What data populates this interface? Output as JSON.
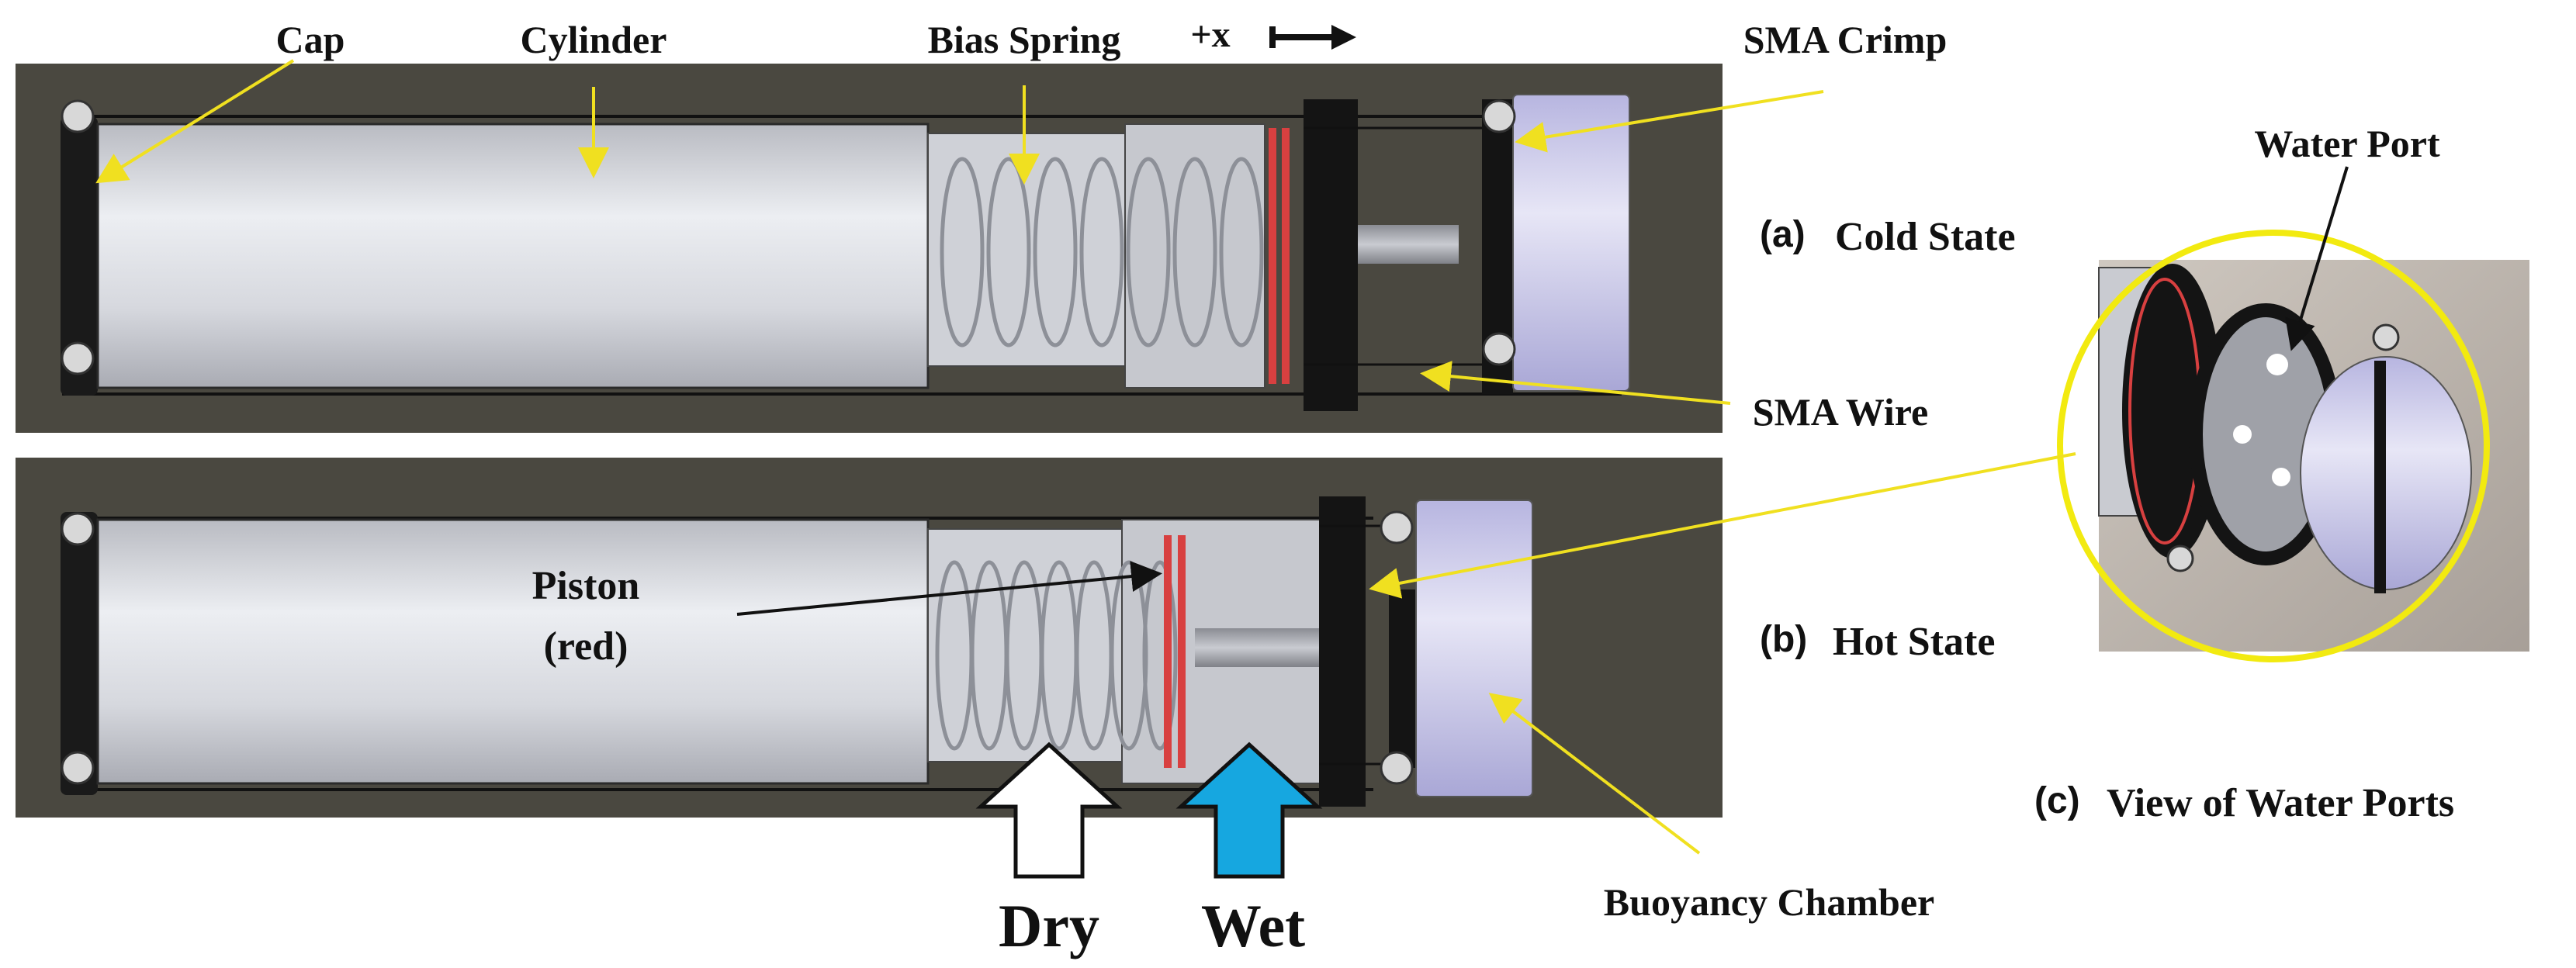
{
  "labels": {
    "cap": "Cap",
    "cylinder": "Cylinder",
    "bias_spring": "Bias Spring",
    "plus_x": "+x",
    "sma_crimp": "SMA Crimp",
    "water_port": "Water Port",
    "sma_wire": "SMA Wire",
    "piston_line1": "Piston",
    "piston_line2": "(red)",
    "buoyancy_chamber": "Buoyancy Chamber",
    "dry": "Dry",
    "wet": "Wet"
  },
  "captions": {
    "a_marker": "(a)",
    "a_text": "Cold State",
    "b_marker": "(b)",
    "b_text": "Hot State",
    "c_marker": "(c)",
    "c_text": "View of Water Ports"
  },
  "colors": {
    "panel_bg": "#4a4840",
    "cylinder_body": "#dcdde2",
    "piston": "#d84040",
    "leader_line": "#f0e020",
    "callout_circle": "#f2ea10",
    "wet_arrow": "#16a7e0",
    "dry_arrow": "#ffffff",
    "buoyancy_chamber": "#c8c6ea"
  }
}
